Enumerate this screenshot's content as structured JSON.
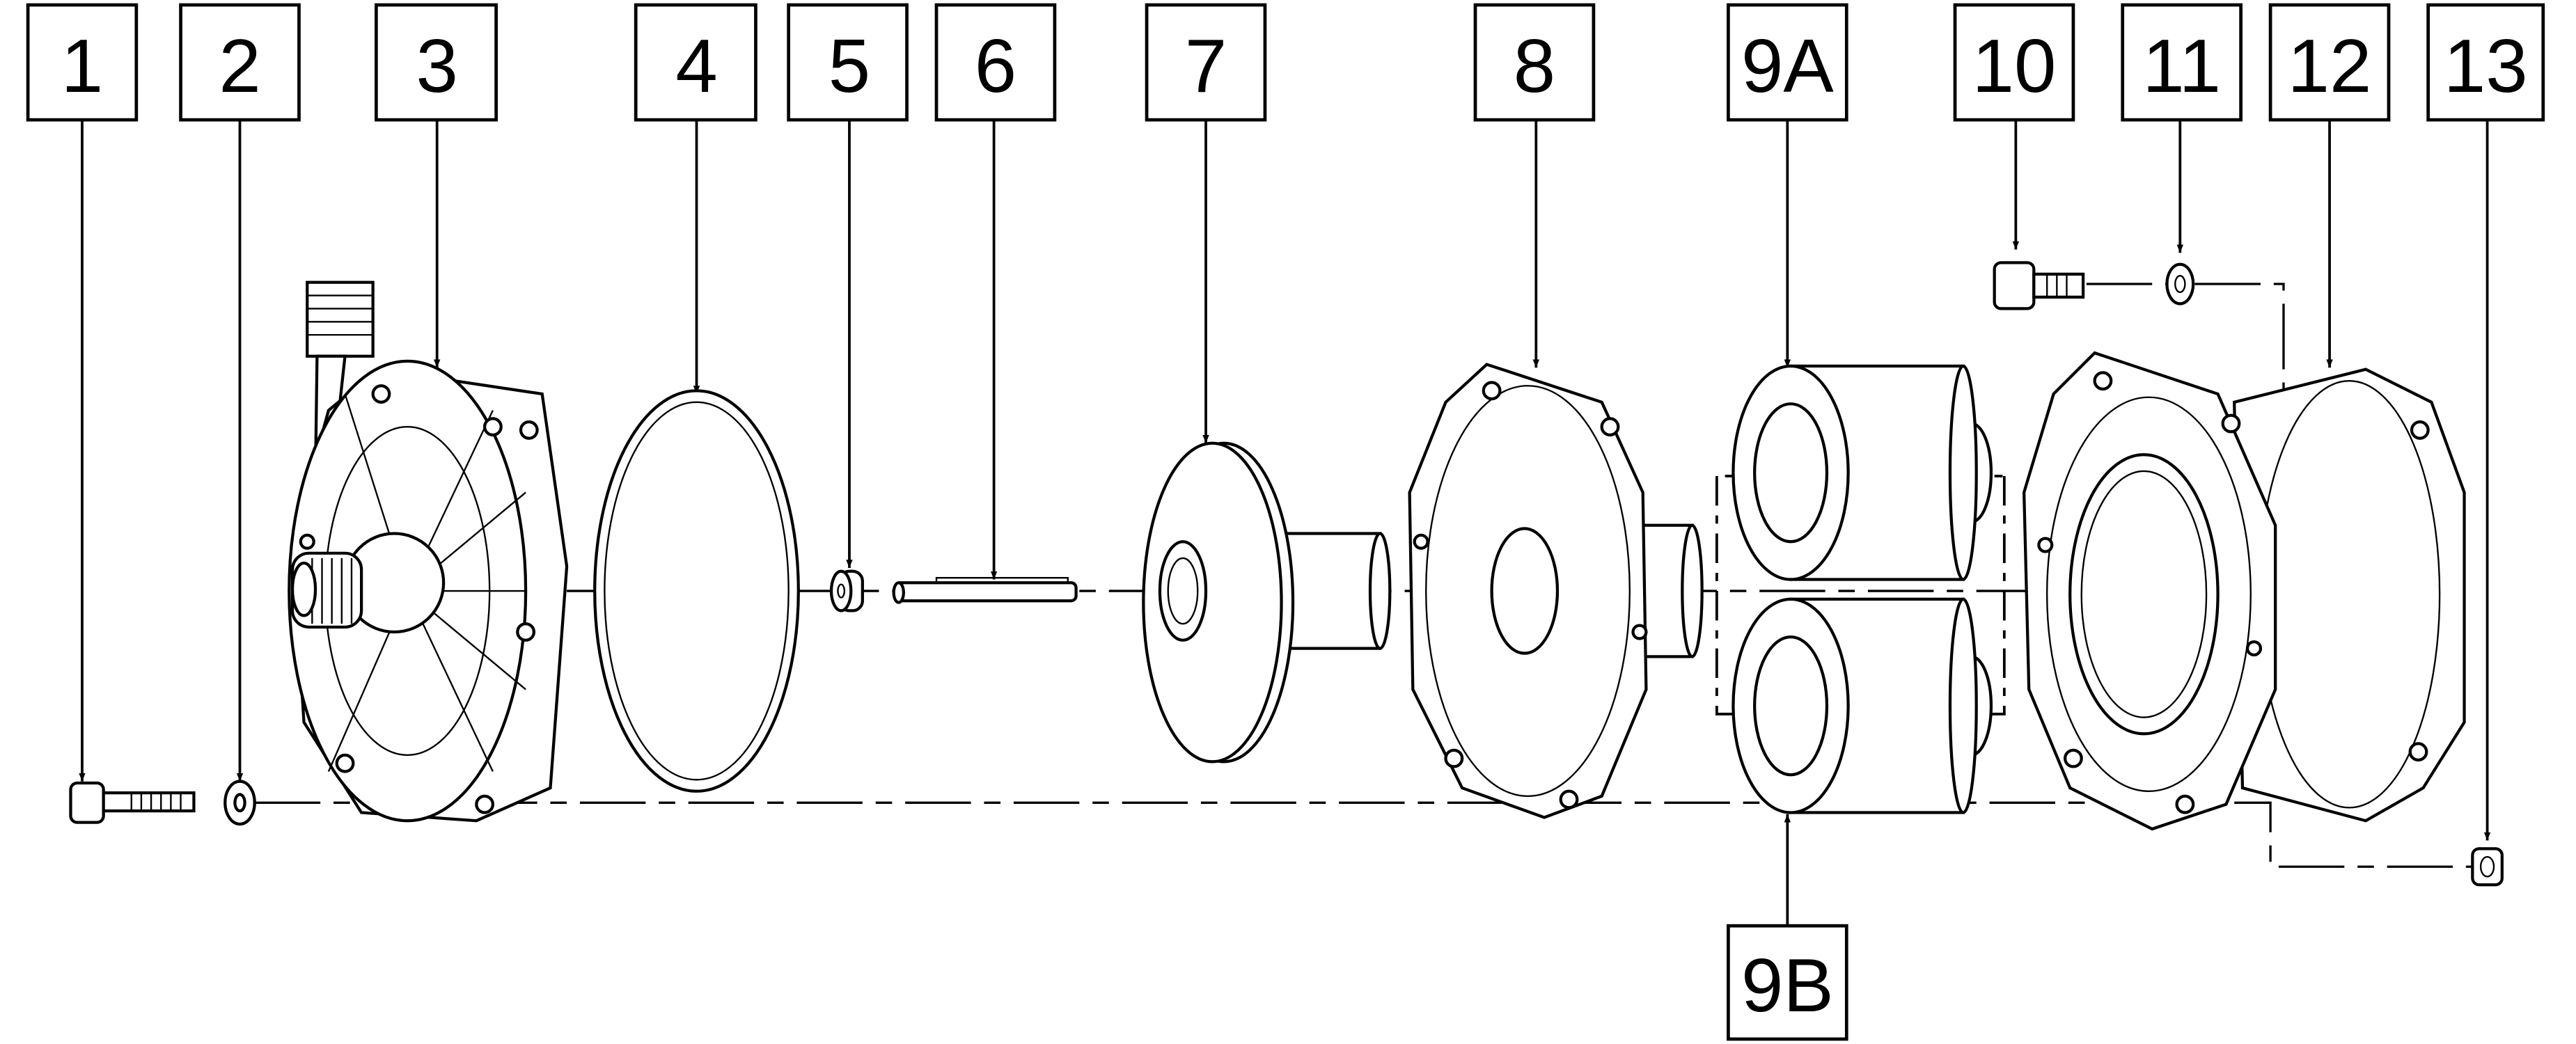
{
  "diagram": {
    "type": "exploded parts view",
    "line_color": "#000000",
    "background": "#ffffff",
    "callouts": [
      {
        "id": "1",
        "label": "1"
      },
      {
        "id": "2",
        "label": "2"
      },
      {
        "id": "3",
        "label": "3"
      },
      {
        "id": "4",
        "label": "4"
      },
      {
        "id": "5",
        "label": "5"
      },
      {
        "id": "6",
        "label": "6"
      },
      {
        "id": "7",
        "label": "7"
      },
      {
        "id": "8",
        "label": "8"
      },
      {
        "id": "9A",
        "label": "9A"
      },
      {
        "id": "10",
        "label": "10"
      },
      {
        "id": "11",
        "label": "11"
      },
      {
        "id": "12",
        "label": "12"
      },
      {
        "id": "13",
        "label": "13"
      },
      {
        "id": "9B",
        "label": "9B"
      }
    ]
  }
}
